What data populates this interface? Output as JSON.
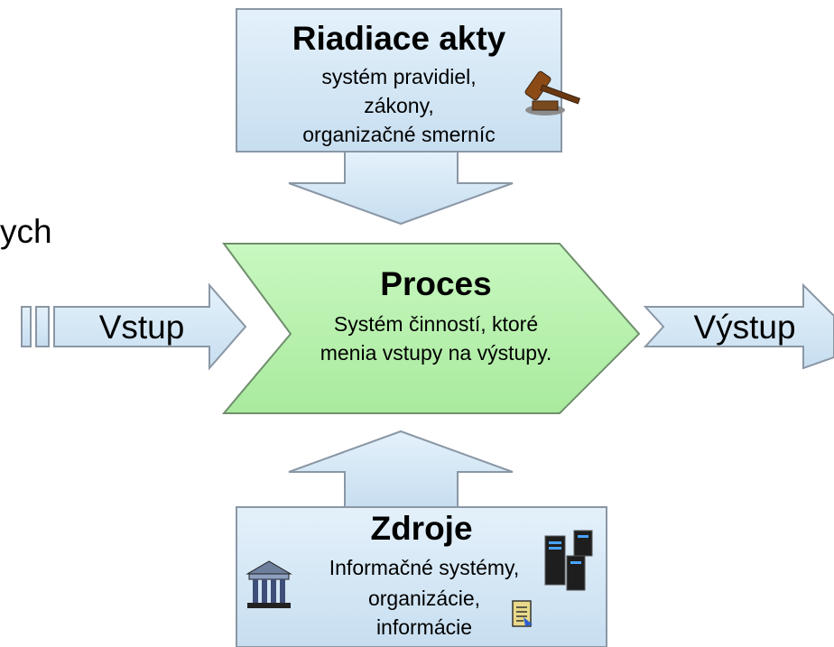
{
  "fragment_text": "ych",
  "controls": {
    "title": "Riadiace akty",
    "lines": [
      "systém pravidiel,",
      "zákony,",
      "organizačné smerníc"
    ],
    "icon": "gavel-icon"
  },
  "process": {
    "title": "Proces",
    "lines": [
      "Systém činností, ktoré",
      "menia vstupy na výstupy."
    ]
  },
  "input": {
    "label": "Vstup"
  },
  "output": {
    "label": "Výstup"
  },
  "resources": {
    "title": "Zdroje",
    "lines": [
      "Informačné systémy,",
      "organizácie,",
      "informácie"
    ],
    "icons": [
      "building-icon",
      "server-icon",
      "document-icon"
    ]
  },
  "colors": {
    "box_fill": "#d6eaf8",
    "box_stroke": "#7a8a99",
    "process_fill": "#bff5b9",
    "process_stroke": "#6a8a68"
  }
}
